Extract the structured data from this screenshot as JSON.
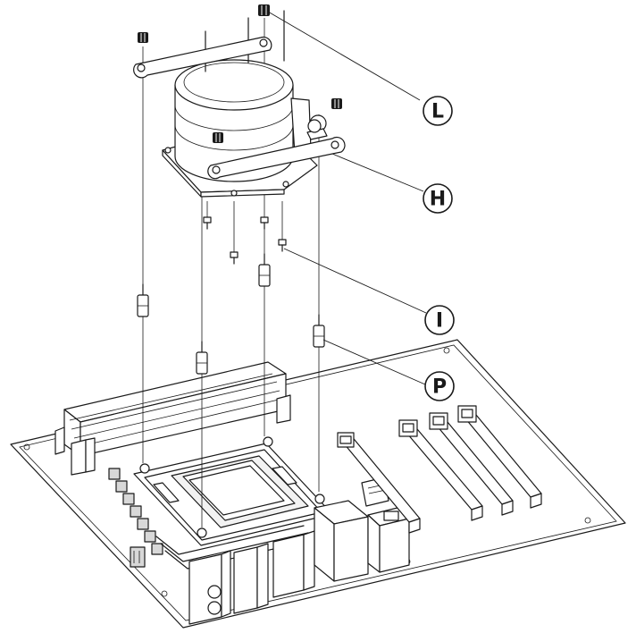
{
  "callouts": [
    {
      "id": "L",
      "label": "L"
    },
    {
      "id": "H",
      "label": "H"
    },
    {
      "id": "I",
      "label": "I"
    },
    {
      "id": "P",
      "label": "P"
    }
  ],
  "colors": {
    "line": "#1a1a1a",
    "background": "#ffffff",
    "shade": "#d8d8d8"
  }
}
